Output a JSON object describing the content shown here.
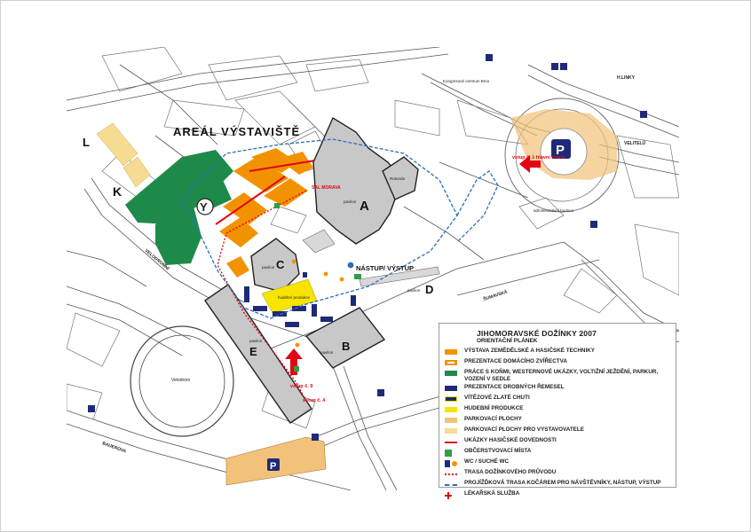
{
  "map": {
    "title": "AREÁL VÝSTAVIŠTĚ",
    "colors": {
      "orange": "#f39200",
      "green": "#1e8a4a",
      "navy": "#1e2a78",
      "yellow": "#f7e400",
      "sand": "#f2c27a",
      "light_sand": "#f6dc92",
      "red": "#e30613",
      "blue": "#2a6ebb",
      "gray_building": "#c8c8c8",
      "street_line": "#444444"
    },
    "area_letters": {
      "L": "L",
      "K": "K",
      "A": "A",
      "B": "B",
      "C": "C",
      "D": "D",
      "E": "E",
      "Y": "Y"
    },
    "building_labels": {
      "pavilon_a": "pavilon",
      "rotunda": "Rotunda",
      "pavilon_b": "pavilon",
      "pavilon_c": "pavilon",
      "pavilon_d": "pavilon",
      "pavilon_e": "pavilon",
      "sal_morava": "SAL MORAVA",
      "velodrom": "Velodrom",
      "kongresove_centrum": "Kongresové centrum Brno",
      "administrativni_budova": "administrativní budova",
      "hlavni_vstup": "vstup č. 1 hlavní brána",
      "vstup_4": "vstup č. 4",
      "vstup_9": "vstup č. 9",
      "stage": "hudební produkce"
    },
    "stops": {
      "nastup": "NÁSTUP/ VÝSTUP"
    },
    "parking_letter": "P",
    "street_names": {
      "hlinky": "H.LINKY",
      "velodrom_street": "VELODROMNÍ",
      "bauerova": "BAUEROVA",
      "sumavska": "ŠUMAVSKÁ",
      "velitelu": "VELITELŮ"
    }
  },
  "legend": {
    "title": "JIHOMORAVSKÉ DOŽÍNKY 2007",
    "subtitle": "ORIENTAČNÍ PLÁNEK",
    "items": [
      {
        "label": "VÝSTAVA ZEMĚDĚLSKÉ A HASIČSKÉ TECHNIKY",
        "swatch": "orange"
      },
      {
        "label": "PREZENTACE DOMÁCÍHO ZVÍŘECTVA",
        "swatch": "zoo"
      },
      {
        "label": "PRÁCE S KOŇMI, WESTERNOVÉ UKÁZKY, VOLTIŽNÍ JEŽDĚNÍ, PARKUR, VOZENÍ V SEDLE",
        "swatch": "green"
      },
      {
        "label": "PREZENTACE DROBNÝCH ŘEMESEL",
        "swatch": "navy"
      },
      {
        "label": "VÍTĚZOVÉ ZLATÉ CHUTI",
        "swatch": "gold"
      },
      {
        "label": "HUDEBNÍ PRODUKCE",
        "swatch": "yellow"
      },
      {
        "label": "PARKOVACÍ PLOCHY",
        "swatch": "sand"
      },
      {
        "label": "PARKOVACÍ PLOCHY PRO VYSTAVOVATELE",
        "swatch": "light_sand"
      },
      {
        "label": "UKÁZKY HASIČSKÉ DOVEDNOSTI",
        "swatch": "line-red"
      },
      {
        "label": "OBČERSTVOVACÍ MÍSTA",
        "swatch": "food"
      },
      {
        "label": "WC / SUCHÉ WC",
        "swatch": "wc"
      },
      {
        "label": "TRASA DOŽÍNKOVÉHO PRŮVODU",
        "swatch": "dot-red"
      },
      {
        "label": "PROJÍŽĎKOVÁ TRASA KOČÁREM PRO NÁVŠTĚVNÍKY, NÁSTUP, VÝSTUP",
        "swatch": "dash-blue"
      },
      {
        "label": "LÉKAŘSKÁ SLUŽBA",
        "swatch": "med"
      }
    ]
  }
}
